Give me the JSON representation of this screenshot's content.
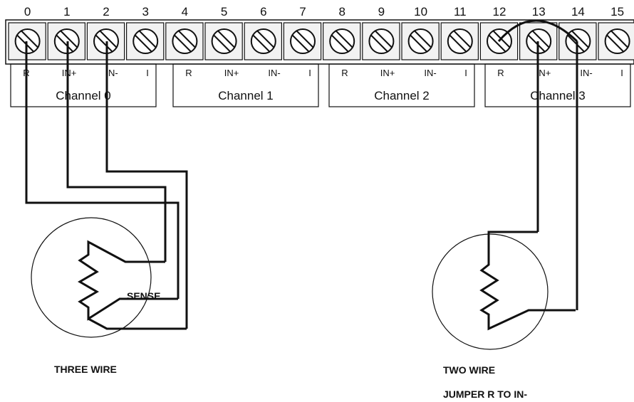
{
  "terminal_numbers": [
    "0",
    "1",
    "2",
    "3",
    "4",
    "5",
    "6",
    "7",
    "8",
    "9",
    "10",
    "11",
    "12",
    "13",
    "14",
    "15"
  ],
  "channels": [
    {
      "label": "Channel 0",
      "pins": [
        "R",
        "IN+",
        "IN-",
        "I"
      ]
    },
    {
      "label": "Channel 1",
      "pins": [
        "R",
        "IN+",
        "IN-",
        "I"
      ]
    },
    {
      "label": "Channel 2",
      "pins": [
        "R",
        "IN+",
        "IN-",
        "I"
      ]
    },
    {
      "label": "Channel 3",
      "pins": [
        "R",
        "IN+",
        "IN-",
        "I"
      ]
    }
  ],
  "sense_label": "SENSE",
  "three_wire_label": "THREE WIRE",
  "two_wire_label": "TWO WIRE",
  "jumper_label": "JUMPER R TO IN-",
  "colors": {
    "ink": "#111111",
    "terminal_fill": "#f2f2f2",
    "background": "#ffffff"
  }
}
